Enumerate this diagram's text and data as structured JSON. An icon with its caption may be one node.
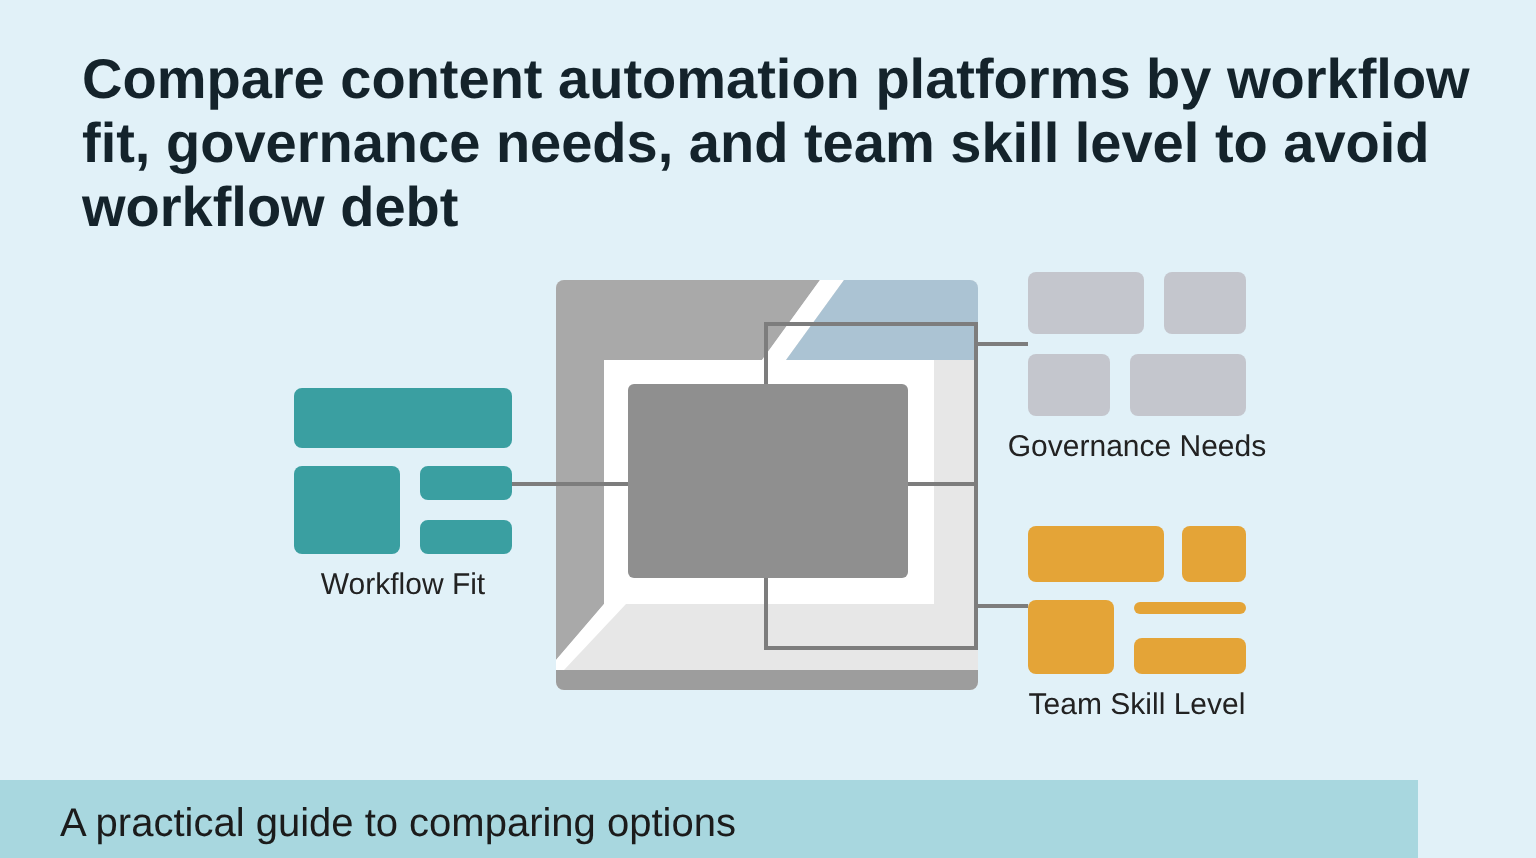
{
  "diagram": {
    "title": "Compare content automation platforms by workflow fit, governance needs, and team skill level to avoid workflow debt",
    "caption": "A practical guide to comparing options",
    "nodes": [
      {
        "text": [
          "Workflow Fit"
        ]
      },
      {
        "text": [],
        "shape": "box"
      },
      {
        "text": [
          "Governance Needs"
        ]
      },
      {
        "text": [
          "Team Skill Level"
        ]
      }
    ],
    "edges": [
      {
        "from": 0,
        "to": 1,
        "arrow": "none"
      },
      {
        "from": 1,
        "to": 2,
        "arrow": "none"
      },
      {
        "from": 1,
        "to": 3,
        "arrow": "none"
      }
    ]
  }
}
